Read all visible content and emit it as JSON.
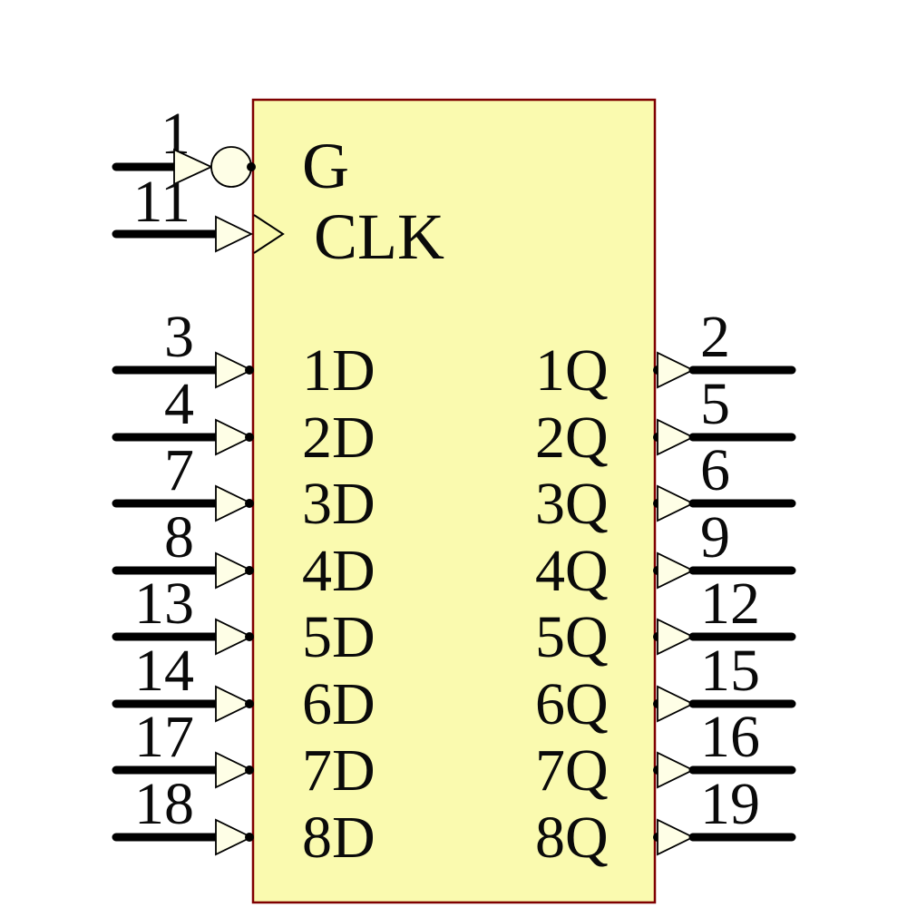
{
  "colors": {
    "body_fill": "#FAFAAF",
    "body_border": "#7F0000",
    "pin_fill": "#FEFEE6",
    "line_color": "#000000",
    "background": "#FFFFFF"
  },
  "symbol": {
    "kind": "octal-d-register-schematic-symbol",
    "control_pins": {
      "enable": {
        "number": "1",
        "label": "G",
        "inversion_bubble": true
      },
      "clock": {
        "number": "11",
        "label": "CLK",
        "edge_triggered": true
      }
    },
    "rows": [
      {
        "left_number": "3",
        "left_label": "1D",
        "right_label": "1Q",
        "right_number": "2"
      },
      {
        "left_number": "4",
        "left_label": "2D",
        "right_label": "2Q",
        "right_number": "5"
      },
      {
        "left_number": "7",
        "left_label": "3D",
        "right_label": "3Q",
        "right_number": "6"
      },
      {
        "left_number": "8",
        "left_label": "4D",
        "right_label": "4Q",
        "right_number": "9"
      },
      {
        "left_number": "13",
        "left_label": "5D",
        "right_label": "5Q",
        "right_number": "12"
      },
      {
        "left_number": "14",
        "left_label": "6D",
        "right_label": "6Q",
        "right_number": "15"
      },
      {
        "left_number": "17",
        "left_label": "7D",
        "right_label": "7Q",
        "right_number": "16"
      },
      {
        "left_number": "18",
        "left_label": "8D",
        "right_label": "8Q",
        "right_number": "19"
      }
    ]
  }
}
